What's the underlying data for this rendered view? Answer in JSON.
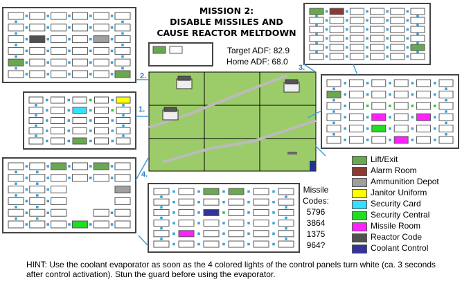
{
  "title_lines": [
    "MISSION 2:",
    "DISABLE MISSILES AND",
    "CAUSE REACTOR MELTDOWN"
  ],
  "target_adf": "Target ADF: 82.9",
  "home_adf": "Home ADF: 68.0",
  "markers": [
    "1.",
    "2.",
    "3.",
    "4."
  ],
  "codes_label": "Missile\nCodes:",
  "codes": [
    "5796",
    "3864",
    "1375",
    "964?"
  ],
  "legend": [
    {
      "label": "Lift/Exit",
      "color": "#6aa84f"
    },
    {
      "label": "Alarm Room",
      "color": "#8b3a32"
    },
    {
      "label": "Ammunition Depot",
      "color": "#a0a0a0"
    },
    {
      "label": "Janitor Uniform",
      "color": "#ffff00"
    },
    {
      "label": "Security Card",
      "color": "#33e0ff"
    },
    {
      "label": "Security Central",
      "color": "#22dd22"
    },
    {
      "label": "Missile Room",
      "color": "#ff22ff"
    },
    {
      "label": "Reactor Code",
      "color": "#505050"
    },
    {
      "label": "Coolant Control",
      "color": "#333399"
    }
  ],
  "hint": "HINT: Use the coolant evaporator as soon as the 4 colored lights of the control panels turn white (ca. 3 seconds after control activation). Stun the guard before using the evaporator."
}
